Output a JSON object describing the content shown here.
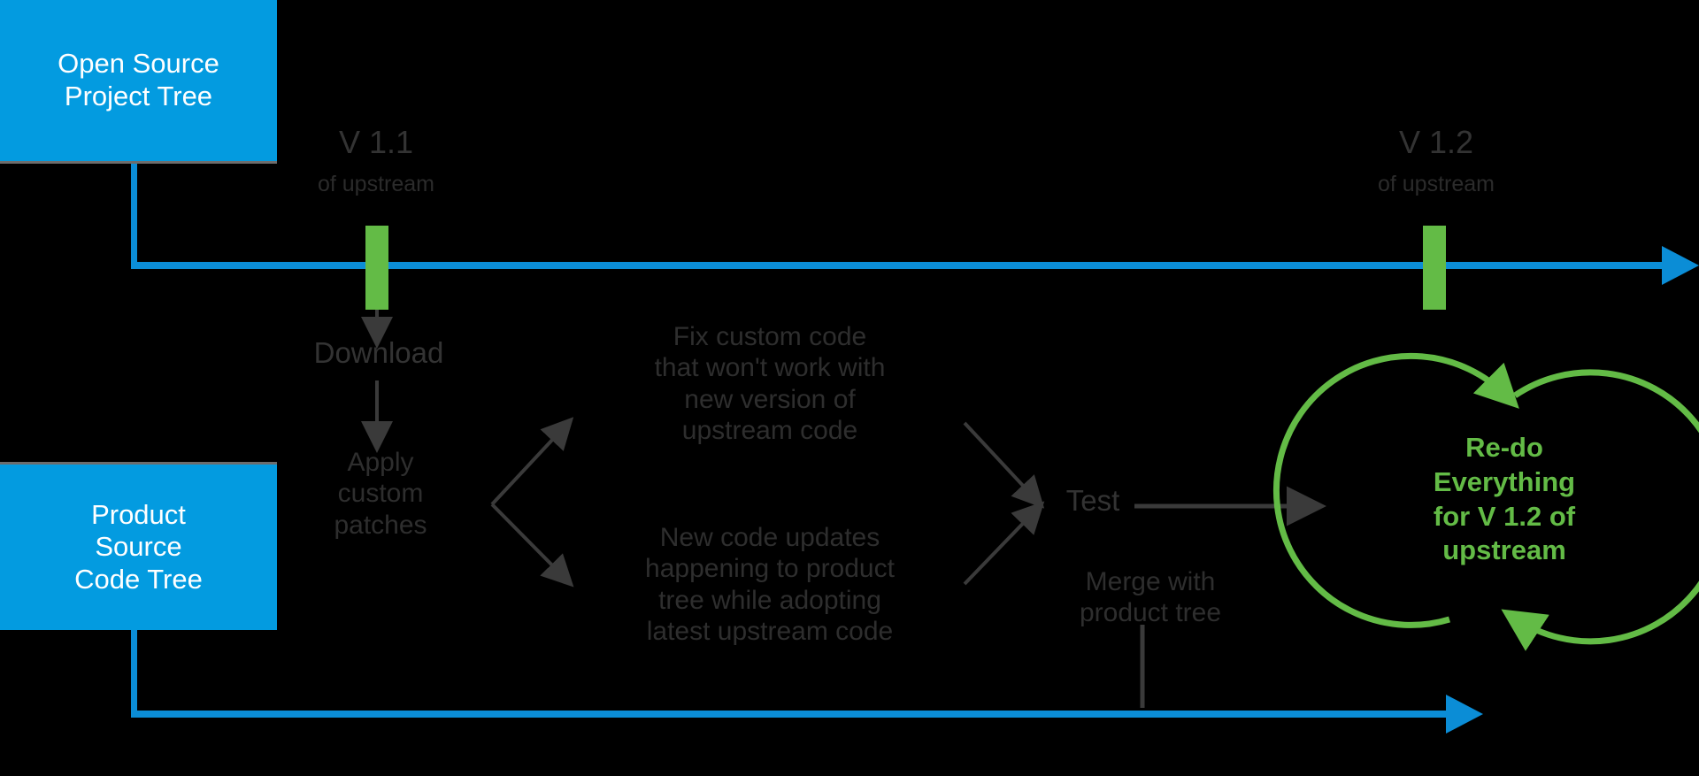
{
  "diagram": {
    "title": "Upstream and product source tree maintenance workflow",
    "background": "#000000",
    "colors": {
      "accent_blue": "#039BE0",
      "line_blue": "#0B8DD6",
      "accent_green": "#63BB46",
      "dim_text": "#303030",
      "box_text": "#FFFFFF"
    }
  },
  "boxes": {
    "open_source": "Open Source\nProject Tree",
    "product_source": "Product\nSource\nCode Tree"
  },
  "versions": {
    "v11": {
      "title": "V 1.1",
      "subtitle": "of upstream"
    },
    "v12": {
      "title": "V 1.2",
      "subtitle": "of upstream"
    }
  },
  "steps": {
    "download": "Download",
    "apply_patches": "Apply\ncustom\npatches",
    "fix_custom_code": "Fix custom code\nthat won't work with\nnew version of\nupstream code",
    "new_code_updates": "New code updates\nhappening to product\ntree while adopting\nlatest upstream code",
    "test": "Test",
    "merge": "Merge with\nproduct tree"
  },
  "loop": {
    "text": "Re-do\nEverything\nfor V 1.2 of\nupstream"
  },
  "icons": {
    "upstream_timeline": "right-arrow-icon",
    "product_timeline": "right-arrow-icon",
    "download_arrow": "down-arrow-icon",
    "branch_arrows": "fork-arrows-icon",
    "merge_arrows": "converge-arrows-icon",
    "test_arrow": "right-arrow-icon",
    "loop_arrows": "circular-refresh-icon"
  }
}
